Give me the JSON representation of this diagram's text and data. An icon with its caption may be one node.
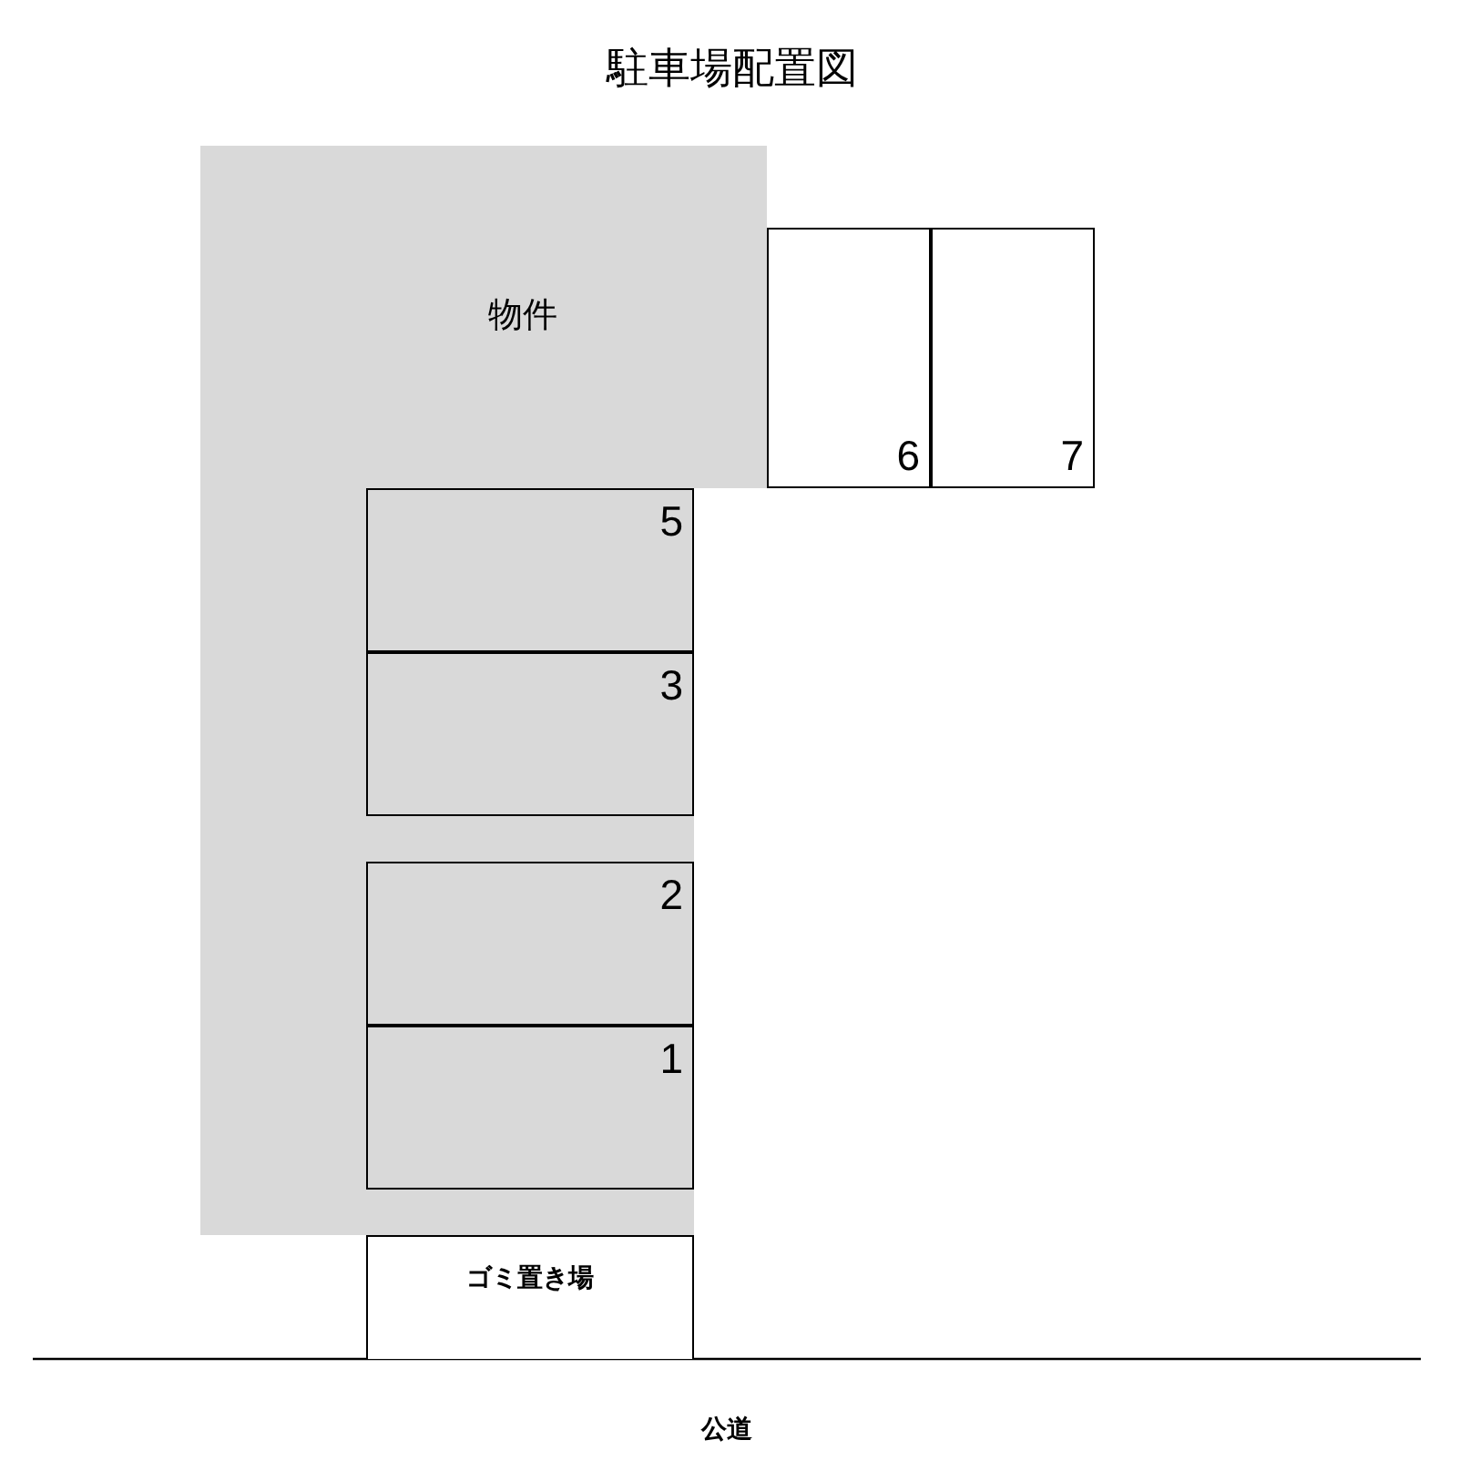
{
  "diagram": {
    "title": "駐車場配置図",
    "nodes": [
      {
        "text": [
          "物件"
        ]
      },
      {
        "text": [
          "6"
        ]
      },
      {
        "text": [
          "7"
        ]
      },
      {
        "text": [
          "5"
        ],
        "in": 0
      },
      {
        "text": [
          "3"
        ],
        "in": 0
      },
      {
        "text": [
          "2"
        ],
        "in": 0
      },
      {
        "text": [
          "1"
        ],
        "in": 0
      },
      {
        "text": [
          "ゴミ置き場"
        ]
      }
    ],
    "edges": [],
    "labels": [
      "公道"
    ]
  }
}
